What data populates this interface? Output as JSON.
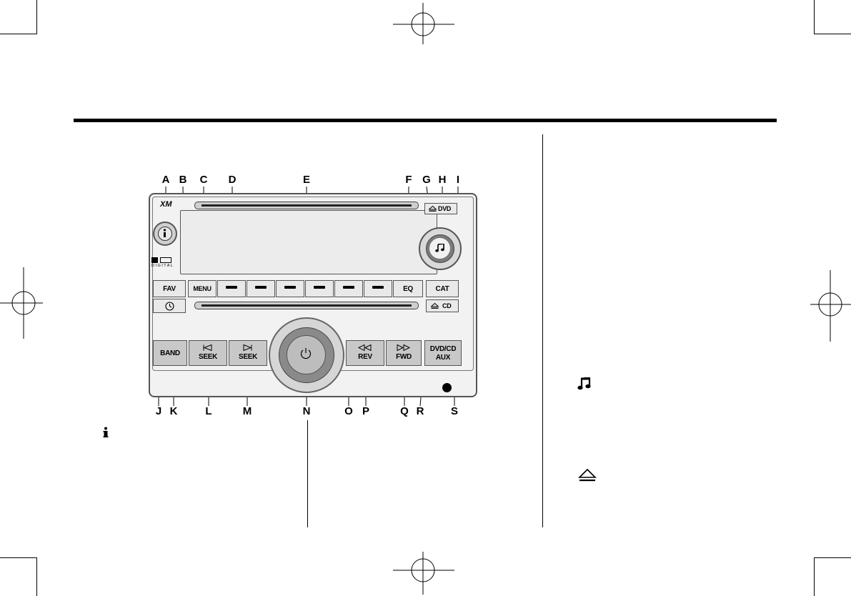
{
  "figure": {
    "callouts_top": [
      {
        "id": "A",
        "label": "A"
      },
      {
        "id": "B",
        "label": "B"
      },
      {
        "id": "C",
        "label": "C"
      },
      {
        "id": "D",
        "label": "D"
      },
      {
        "id": "E",
        "label": "E"
      },
      {
        "id": "F",
        "label": "F"
      },
      {
        "id": "G",
        "label": "G"
      },
      {
        "id": "H",
        "label": "H"
      },
      {
        "id": "I",
        "label": "I"
      }
    ],
    "callouts_bottom": [
      {
        "id": "J",
        "label": "J"
      },
      {
        "id": "K",
        "label": "K"
      },
      {
        "id": "L",
        "label": "L"
      },
      {
        "id": "M",
        "label": "M"
      },
      {
        "id": "N",
        "label": "N"
      },
      {
        "id": "O",
        "label": "O"
      },
      {
        "id": "P",
        "label": "P"
      },
      {
        "id": "Q",
        "label": "Q"
      },
      {
        "id": "R",
        "label": "R"
      },
      {
        "id": "S",
        "label": "S"
      }
    ],
    "buttons": {
      "fav": "FAV",
      "menu": "MENU",
      "eq": "EQ",
      "cat": "CAT",
      "dvd_eject": "DVD",
      "cd_eject": "CD",
      "band": "BAND",
      "seek": "SEEK",
      "rev": "REV",
      "fwd": "FWD",
      "dvd_cd": "DVD/CD",
      "aux": "AUX"
    },
    "logo_digital": "DIGITAL",
    "logo_xm": "XM"
  },
  "icons": {
    "info": "info-icon",
    "music_note": "music-note-icon",
    "eject": "eject-icon",
    "power": "power-icon",
    "clock": "clock-icon"
  }
}
